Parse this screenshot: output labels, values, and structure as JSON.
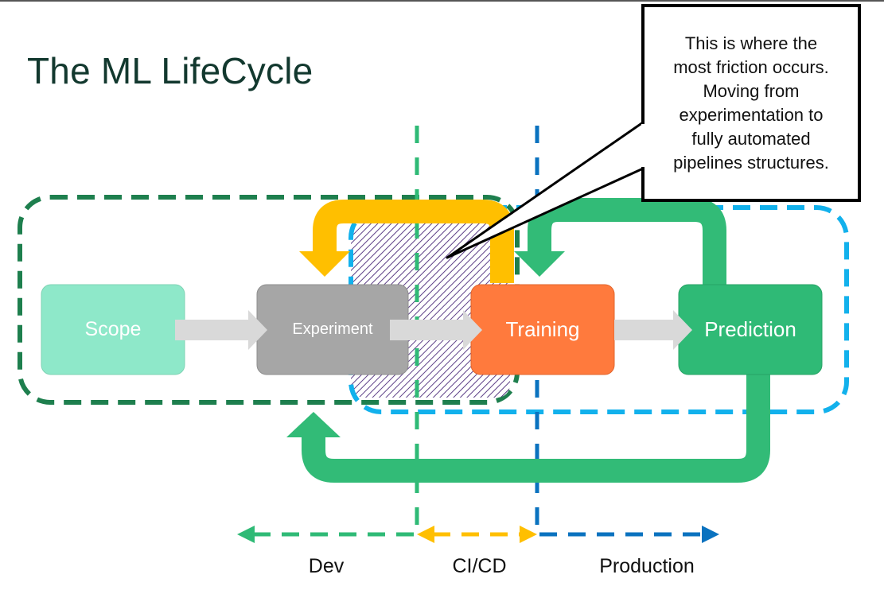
{
  "title": "The ML LifeCycle",
  "callout": {
    "lines": [
      "This is where the",
      "most friction occurs.",
      "Moving from",
      "experimentation to",
      "fully automated",
      "pipelines structures."
    ]
  },
  "nodes": {
    "scope": "Scope",
    "experiment": "Experiment",
    "training": "Training",
    "prediction": "Prediction"
  },
  "legend": {
    "dev": "Dev",
    "cicd": "CI/CD",
    "production": "Production"
  },
  "colors": {
    "title": "#12382e",
    "scope": "#8ee8c9",
    "experiment": "#a6a6a6",
    "training": "#ff7a3d",
    "prediction": "#2fba76",
    "dev_dashed": "#1e7f4e",
    "prod_dashed": "#12b1ec",
    "yellow_loop": "#ffbf00",
    "green_loop": "#32bb77",
    "cicd_line": "#ffbf00",
    "dev_line": "#2fba76",
    "production_line": "#0a72bf",
    "hatch": "#4b2a7a",
    "flow_arrow": "#d9d9d9"
  }
}
